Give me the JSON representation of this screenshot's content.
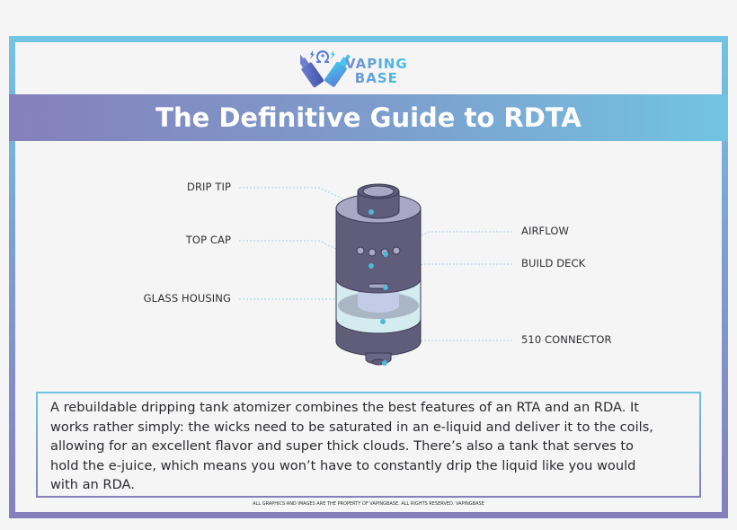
{
  "brand": {
    "name_line1": "VAPING",
    "name_line2": "BASE",
    "logo_icon": "vape-mods-omega-logo-icon"
  },
  "banner": {
    "title": "The Definitive Guide to RDTA"
  },
  "diagram": {
    "subject": "RDTA atomizer",
    "labels_left": [
      {
        "id": "drip-tip",
        "text": "DRIP TIP"
      },
      {
        "id": "top-cap",
        "text": "TOP CAP"
      },
      {
        "id": "glass-housing",
        "text": "GLASS HOUSING"
      }
    ],
    "labels_right": [
      {
        "id": "airflow",
        "text": "AIRFLOW"
      },
      {
        "id": "build-deck",
        "text": "BUILD DECK"
      },
      {
        "id": "510-connector",
        "text": "510 CONNECTOR"
      }
    ],
    "colors": {
      "body": "#5f5d7a",
      "body_light": "#a8a7c4",
      "glass": "#cfe6ec",
      "marker": "#4fb7d8",
      "leader_line": "#9fd3e6"
    }
  },
  "description": {
    "lines": [
      "A rebuildable dripping tank atomizer combines the best features of an RTA and an RDA. It",
      "works rather simply: the wicks need to be saturated in an e-liquid and deliver it to the coils,",
      "allowing for an excellent flavor and super thick clouds. There’s also a tank that serves to",
      "hold the e-juice, which means you won’t have to constantly drip the liquid like you would",
      "with an RDA."
    ]
  },
  "footer": {
    "copyright": "ALL GRAPHICS AND IMAGES ARE THE PROPERTY OF VAPINGBASE. ALL RIGHTS RESERVED. VAPINGBASE"
  },
  "theme": {
    "gradient_blue": "#72c4e2",
    "gradient_purple": "#8580bb",
    "background": "#f5f5f5"
  }
}
